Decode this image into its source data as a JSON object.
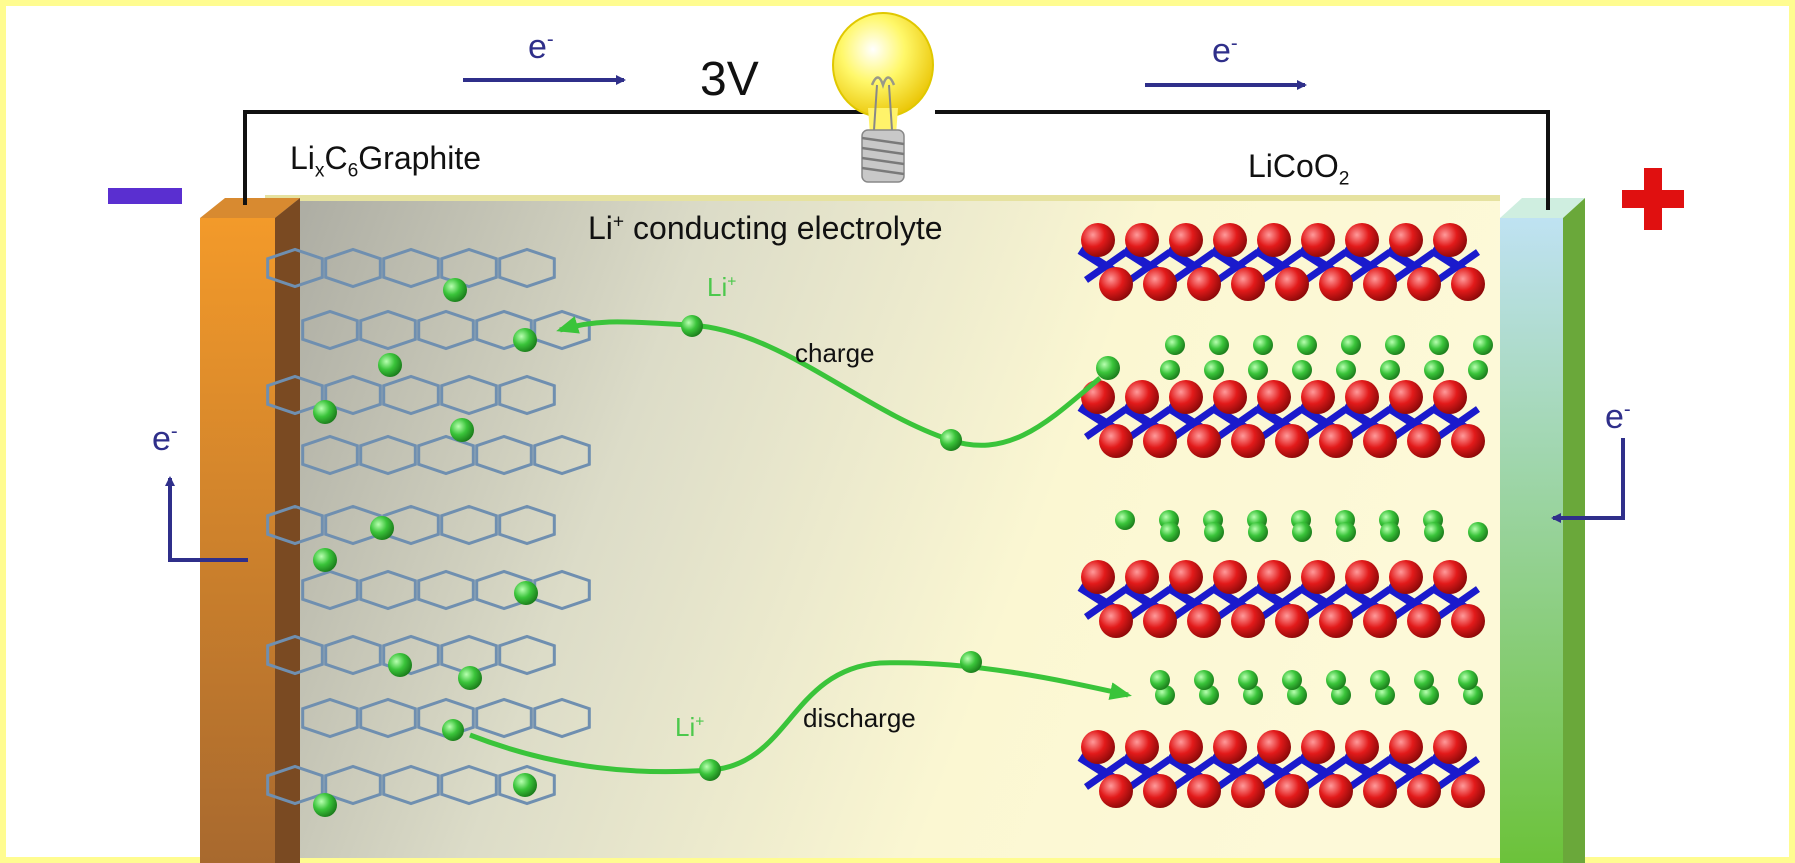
{
  "labels": {
    "electron": "e",
    "electron_charge": "-",
    "voltage": "3V",
    "anode_li": "Li",
    "anode_x": "x",
    "anode_c": "C",
    "anode_6": "6",
    "anode_rest": "Graphite",
    "cathode_main": "LiCoO",
    "cathode_2": "2",
    "electrolyte_li": "Li",
    "ion_plus": "+",
    "electrolyte_rest": " conducting electrolyte",
    "ion_li": "Li",
    "charge": "charge",
    "discharge": "discharge"
  },
  "colors": {
    "anode_collector": "#b8702a",
    "cathode_collector": "#8ecf60",
    "electrolyte": "#fbf7d0",
    "wire": "#111111",
    "electron_arrow": "#2f2f8a",
    "li_ion": "#3ac43a",
    "oxygen": "#d81818",
    "cobalt_bond": "#1a1acc",
    "graphite": "#6f8fb0",
    "negative_sign": "#5a2fd0",
    "positive_sign": "#e01010",
    "bulb": "#fff45a"
  },
  "icons": {
    "negative_terminal": "minus-sign-icon",
    "positive_terminal": "plus-sign-icon",
    "bulb": "light-bulb-icon"
  }
}
